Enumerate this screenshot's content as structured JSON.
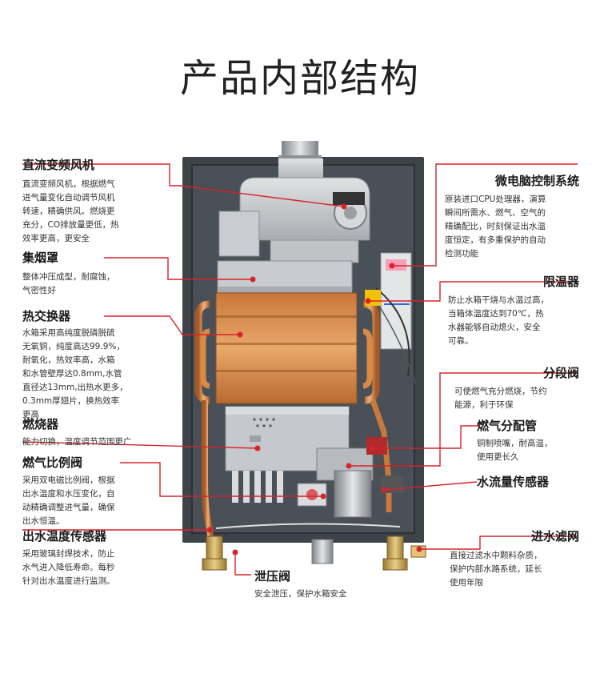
{
  "title": "产品内部结构",
  "colors": {
    "accent": "#d8232a",
    "casing": "#3e4349",
    "copper": "#d98a45",
    "chrome": "#b9bcbf"
  },
  "labels": {
    "fan": {
      "title": "直流变频风机",
      "desc": [
        "直流变频风机，根据燃气",
        "进气量变化自动调节风机",
        "转速，精确供风。燃烧更",
        "充分，CO排放量更低，热",
        "效率更高，更安全"
      ]
    },
    "hood": {
      "title": "集烟罩",
      "desc": [
        "整体冲压成型，耐腐蚀，",
        "气密性好"
      ]
    },
    "exchanger": {
      "title": "热交换器",
      "desc": [
        "水箱采用高纯度脱磷脱硫",
        "无氧铜，纯度高达99.9%，",
        "耐氧化，热效率高，水箱",
        "和水管壁厚达0.8mm,水管",
        "直径达13mm,出热水更多，",
        "0.3mm厚翅片，换热效率",
        "更高"
      ]
    },
    "burner": {
      "title": "燃烧器",
      "desc": [
        "能力切换，温度调节范围更广"
      ]
    },
    "proportional_valve": {
      "title": "燃气比例阀",
      "desc": [
        "采用双电磁比例阀，根据",
        "出水温度和水压变化，自",
        "动精确调整进气量，确保",
        "出水恒温。"
      ]
    },
    "outlet_sensor": {
      "title": "出水温度传感器",
      "desc": [
        "采用玻璃封焊技术，防止",
        "水气进入降低寿命。每秒",
        "针对出水温度进行监测。"
      ]
    },
    "relief_valve": {
      "title": "泄压阀",
      "desc": [
        "安全泄压，保护水箱安全"
      ]
    },
    "controller": {
      "title": "微电脑控制系统",
      "desc": [
        "原装进口CPU处理器，演算",
        "瞬间所需水、燃气、空气的",
        "精确配比，时刻保证出水温",
        "度恒定，有多重保护的自动",
        "检测功能"
      ]
    },
    "limiter": {
      "title": "限温器",
      "desc": [
        "防止水箱干烧与水温过高，",
        "当箱体温度达到70℃，热",
        "水器能够自动熄火，安全",
        "可靠。"
      ]
    },
    "segment_valve": {
      "title": "分段阀",
      "desc": [
        "可使燃气充分燃烧，节约",
        "能源，利于环保"
      ]
    },
    "gas_manifold": {
      "title": "燃气分配管",
      "desc": [
        "铜制喷嘴，耐高温，",
        "使用更长久"
      ]
    },
    "flow_sensor": {
      "title": "水流量传感器",
      "desc": []
    },
    "inlet_filter": {
      "title": "进水滤网",
      "desc": [
        "直接过滤水中颗料杂质，",
        "保护内部水路系统，延长",
        "使用年限"
      ]
    }
  }
}
